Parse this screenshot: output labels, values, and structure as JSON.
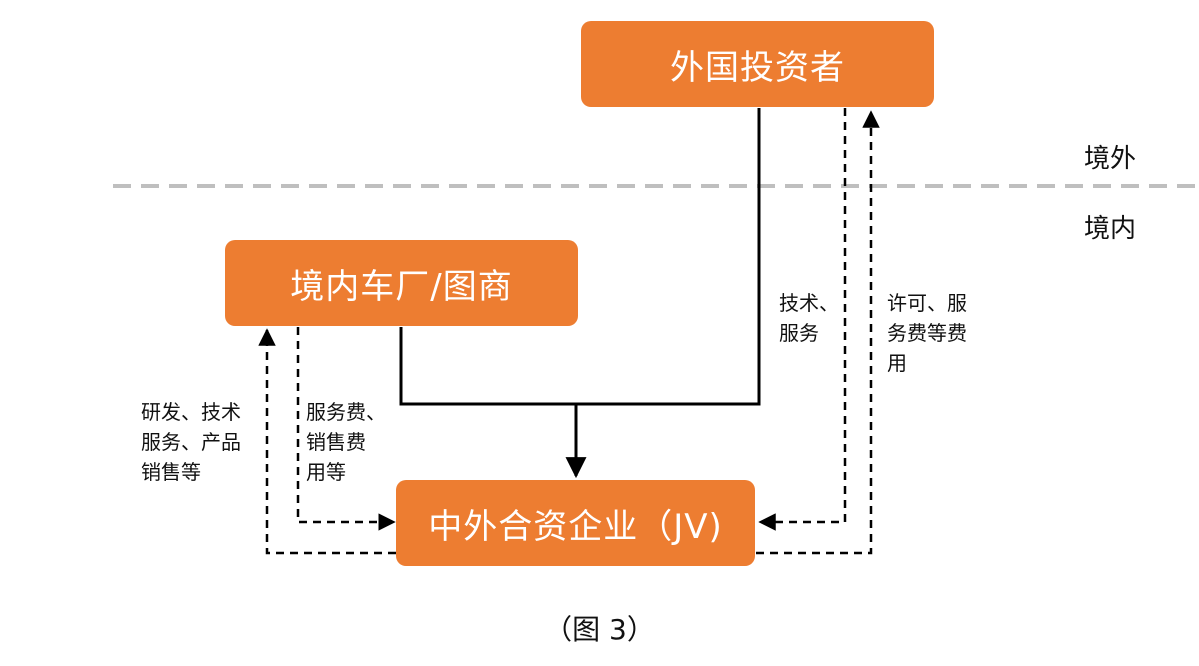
{
  "nodes": {
    "foreign_investor": "外国投资者",
    "domestic_oem": "境内车厂/图商",
    "jv": "中外合资企业（JV)"
  },
  "regions": {
    "overseas": "境外",
    "domestic": "境内"
  },
  "labels": {
    "foreign_to_jv": [
      "技术、",
      "服务"
    ],
    "jv_to_foreign": [
      "许可、服",
      "务费等费",
      "用"
    ],
    "jv_to_domestic": [
      "研发、技术",
      "服务、产品",
      "销售等"
    ],
    "domestic_to_jv": [
      "服务费、",
      "销售费",
      "用等"
    ]
  },
  "caption": "（图 3）",
  "colors": {
    "node_fill": "#ED7D31",
    "node_text": "#FFFFFF",
    "divider": "#BFBFBF",
    "line": "#000000"
  }
}
